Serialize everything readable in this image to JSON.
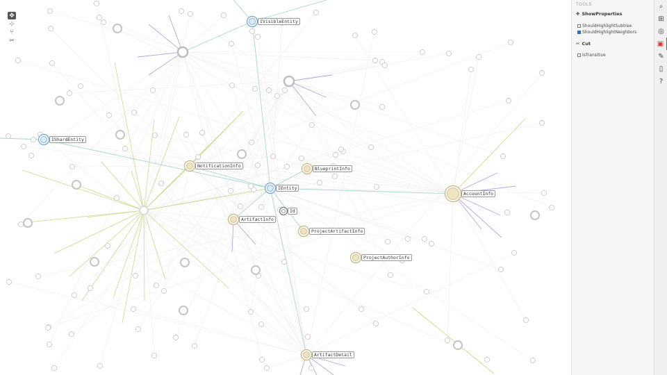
{
  "graph": {
    "labeled_nodes": [
      {
        "id": "ivisible",
        "label": "IVisibleEntity",
        "kind": "interface"
      },
      {
        "id": "ishard",
        "label": "IShardEntity",
        "kind": "interface"
      },
      {
        "id": "ientity",
        "label": "IEntity",
        "kind": "interface"
      },
      {
        "id": "notif",
        "label": "NotificationInfo",
        "kind": "class"
      },
      {
        "id": "blueprint",
        "label": "BlueprintInfo",
        "kind": "class"
      },
      {
        "id": "account",
        "label": "AccountInfo",
        "kind": "class"
      },
      {
        "id": "id",
        "label": "Id",
        "kind": "member"
      },
      {
        "id": "artifact",
        "label": "ArtifactInfo",
        "kind": "class"
      },
      {
        "id": "projart",
        "label": "ProjectArtifactInfo",
        "kind": "class"
      },
      {
        "id": "projauth",
        "label": "ProjectAuthorInfo",
        "kind": "class"
      },
      {
        "id": "artdetail",
        "label": "ArtifactDetail",
        "kind": "class"
      }
    ],
    "colors": {
      "interface_edge": "#a9d8cf",
      "class_edge": "#cfd98a",
      "purple_edge": "#b7a6dd",
      "faint_edge": "#eeeeee",
      "interface_node": "#6aa3d8",
      "class_node": "#c8b27a",
      "gray_node": "#cccccc"
    }
  },
  "toolbar": {
    "items": [
      {
        "name": "select-tool-icon",
        "glyph": "✥",
        "active": true
      },
      {
        "name": "move-tool-icon",
        "glyph": "⊹",
        "active": false
      },
      {
        "name": "tree-tool-icon",
        "glyph": "⑂",
        "active": false
      },
      {
        "name": "cut-tool-icon",
        "glyph": "✂",
        "active": false
      }
    ]
  },
  "panel": {
    "title": "TOOLS",
    "sections": [
      {
        "name": "ShowProperties",
        "icon": "✥",
        "options": [
          {
            "label": "ShouldHighlightSubtree",
            "checked": false
          },
          {
            "label": "ShouldHighlightNeighbors",
            "checked": true
          }
        ]
      },
      {
        "name": "Cut",
        "icon": "✂",
        "options": [
          {
            "label": "IsTransitive",
            "checked": false
          }
        ]
      }
    ]
  },
  "iconbar": [
    {
      "name": "search-icon",
      "glyph": "⌕"
    },
    {
      "name": "hierarchy-icon",
      "glyph": "⊞"
    },
    {
      "name": "brain-icon",
      "glyph": "◎"
    },
    {
      "name": "toolbox-icon",
      "glyph": "▣",
      "selected": true
    },
    {
      "name": "wrench-icon",
      "glyph": "✎"
    },
    {
      "name": "document-icon",
      "glyph": "▯"
    },
    {
      "name": "help-icon",
      "glyph": "?"
    }
  ]
}
